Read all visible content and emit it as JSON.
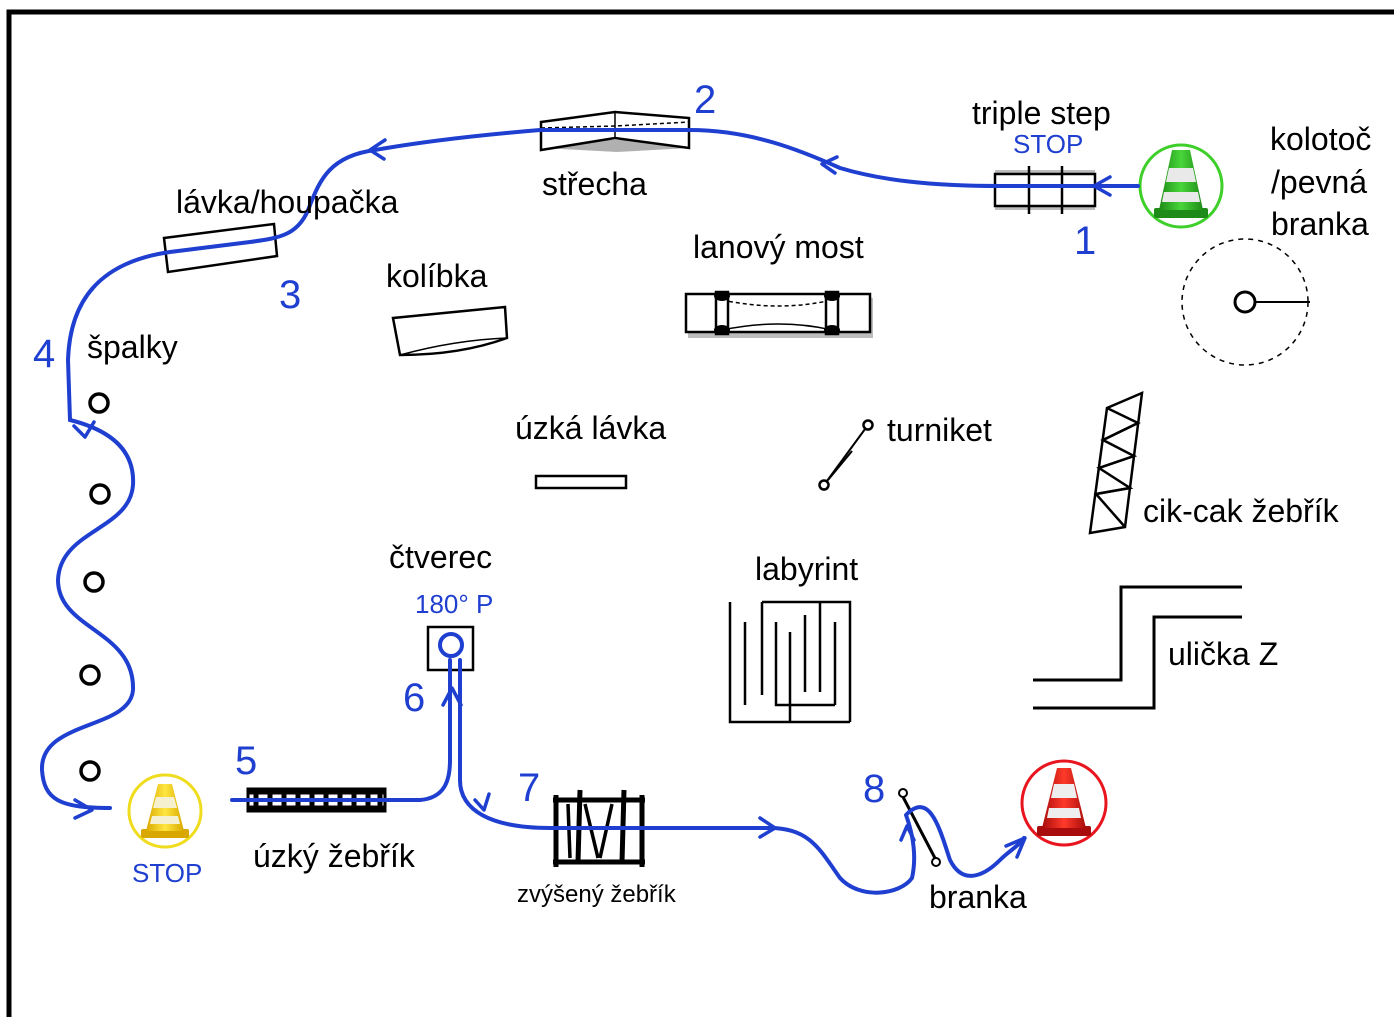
{
  "labels": {
    "triple_step": "triple step",
    "kolotoc_1": "kolotoč",
    "kolotoc_2": "/pevná",
    "kolotoc_3": "branka",
    "strecha": "střecha",
    "lavka_houpacka": "lávka/houpačka",
    "kolibka": "kolíbka",
    "lanovy_most": "lanový most",
    "spalky": "špalky",
    "uzka_lavka": "úzká lávka",
    "turniket": "turniket",
    "cik_cak": "cik-cak žebřík",
    "ctverec": "čtverec",
    "labyrint": "labyrint",
    "ulicka": "ulička Z",
    "uzky_zebrik": "úzký žebřík",
    "zvyseny_zebrik": "zvýšený žebřík",
    "branka": "branka"
  },
  "annotations": {
    "stop_triple": "STOP",
    "stop_start": "STOP",
    "turn_180": "180° P"
  },
  "step_numbers": [
    "1",
    "2",
    "3",
    "4",
    "5",
    "6",
    "7",
    "8"
  ],
  "colors": {
    "route": "#1f3fd0",
    "start_cone_ring": "#3ecf2a",
    "yellow_cone_ring": "#f0dc1e",
    "finish_cone_ring": "#e8141e"
  },
  "icons": [
    "traffic-cone-icon"
  ]
}
